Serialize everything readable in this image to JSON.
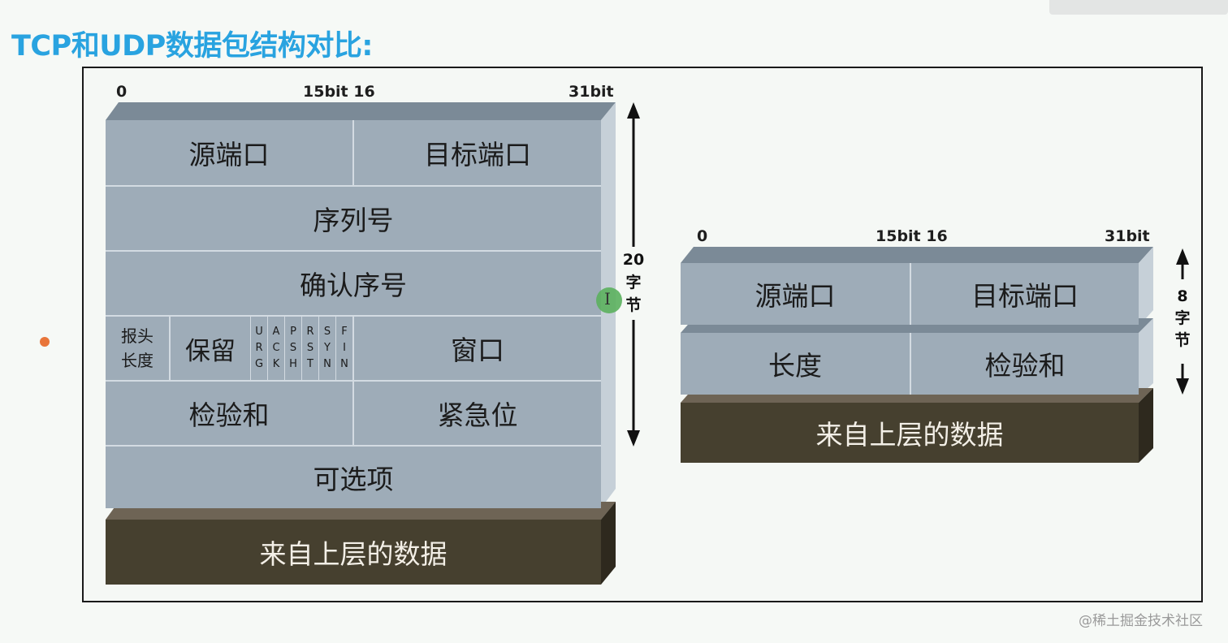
{
  "title": "TCP和UDP数据包结构对比:",
  "watermark": "@稀土掘金技术社区",
  "cursor_glyph": "I",
  "colors": {
    "title": "#29a3e0",
    "cell": "#9eacb8",
    "data_block": "#46402f",
    "bullet": "#e8753a"
  },
  "tcp": {
    "bit_labels": [
      "0",
      "15bit 16",
      "31bit"
    ],
    "rows": {
      "src_port": "源端口",
      "dst_port": "目标端口",
      "seq": "序列号",
      "ack": "确认序号",
      "header_len": [
        "报头",
        "长度"
      ],
      "reserved": "保留",
      "flags": [
        [
          "U",
          "R",
          "G"
        ],
        [
          "A",
          "C",
          "K"
        ],
        [
          "P",
          "S",
          "H"
        ],
        [
          "R",
          "S",
          "T"
        ],
        [
          "S",
          "Y",
          "N"
        ],
        [
          "F",
          "I",
          "N"
        ]
      ],
      "window": "窗口",
      "checksum": "检验和",
      "urgent": "紧急位",
      "options": "可选项",
      "data": "来自上层的数据"
    },
    "size": [
      "20",
      "字",
      "节"
    ]
  },
  "udp": {
    "bit_labels": [
      "0",
      "15bit 16",
      "31bit"
    ],
    "rows": {
      "src_port": "源端口",
      "dst_port": "目标端口",
      "length": "长度",
      "checksum": "检验和",
      "data": "来自上层的数据"
    },
    "size": [
      "8",
      "字",
      "节"
    ]
  }
}
